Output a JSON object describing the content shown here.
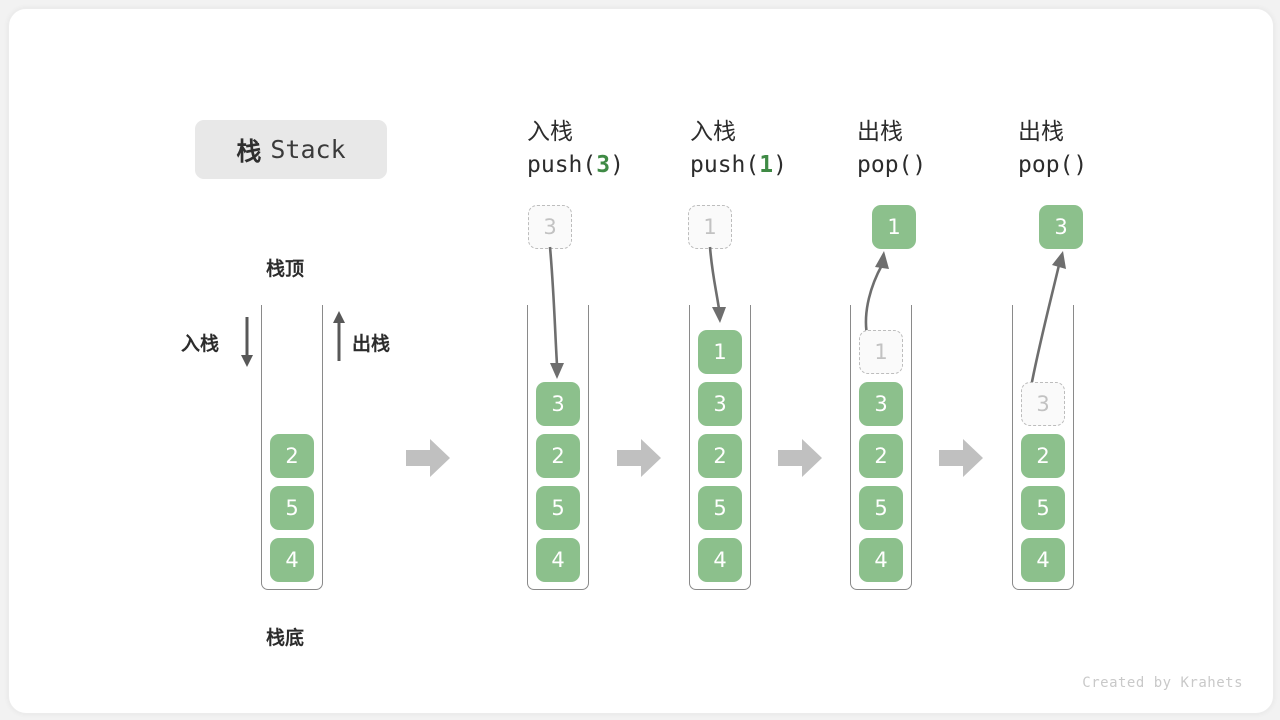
{
  "title": {
    "cn": "栈",
    "en": "Stack"
  },
  "labels": {
    "top": "栈顶",
    "bottom": "栈底",
    "push": "入栈",
    "pop": "出栈"
  },
  "footer": "Created by Krahets",
  "colors": {
    "element_green": "#8cc08c",
    "code_accent_green": "#3f8a45",
    "ghost_border": "#bdbdbd",
    "tube_border": "#8a8a8a",
    "step_arrow": "#c0c0c0",
    "chip_bg": "#e8e8e8",
    "text": "#2c2c2c",
    "footer_text": "#c9c9c9"
  },
  "steps": [
    {
      "id": "step-0",
      "op_cn": "",
      "op_code": "",
      "op_code_arg": "",
      "detached": null,
      "stack": [
        "2",
        "5",
        "4"
      ],
      "ghost_index": null,
      "ghost_value": null
    },
    {
      "id": "step-1",
      "op_cn": "入栈",
      "op_code_prefix": "push(",
      "op_code_arg": "3",
      "op_code_suffix": ")",
      "detached_value": "3",
      "detached_style": "ghost",
      "stack": [
        "3",
        "2",
        "5",
        "4"
      ],
      "ghost_index": null,
      "ghost_value": null
    },
    {
      "id": "step-2",
      "op_cn": "入栈",
      "op_code_prefix": "push(",
      "op_code_arg": "1",
      "op_code_suffix": ")",
      "detached_value": "1",
      "detached_style": "ghost",
      "stack": [
        "1",
        "3",
        "2",
        "5",
        "4"
      ],
      "ghost_index": null,
      "ghost_value": null
    },
    {
      "id": "step-3",
      "op_cn": "出栈",
      "op_code_prefix": "pop(",
      "op_code_arg": "",
      "op_code_suffix": ")",
      "detached_value": "1",
      "detached_style": "solid",
      "stack": [
        "3",
        "2",
        "5",
        "4"
      ],
      "ghost_index": 0,
      "ghost_value": "1"
    },
    {
      "id": "step-4",
      "op_cn": "出栈",
      "op_code_prefix": "pop(",
      "op_code_arg": "",
      "op_code_suffix": ")",
      "detached_value": "3",
      "detached_style": "solid",
      "stack": [
        "2",
        "5",
        "4"
      ],
      "ghost_index": 1,
      "ghost_value": "3"
    }
  ]
}
